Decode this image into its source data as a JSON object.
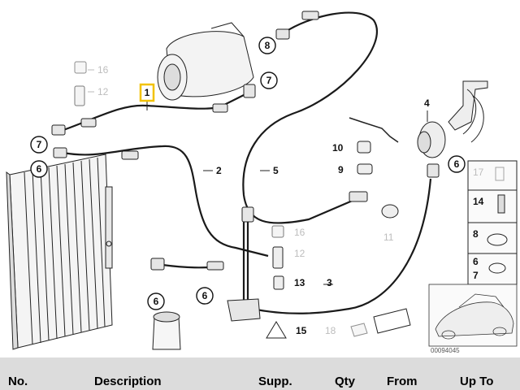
{
  "diagram": {
    "callouts": {
      "c1": "1",
      "c2": "2",
      "c3": "3",
      "c4": "4",
      "c5": "5",
      "c6a": "6",
      "c6b": "6",
      "c6c": "6",
      "c6d": "6",
      "c7a": "7",
      "c7b": "7",
      "c8": "8",
      "c9": "9",
      "c10": "10",
      "c11": "11",
      "c12a": "12",
      "c12b": "12",
      "c13": "13",
      "c14": "14",
      "c15": "15",
      "c16a": "16",
      "c16b": "16",
      "c17": "17",
      "c18": "18"
    },
    "side_panel": {
      "p17": "17",
      "p14": "14",
      "p8": "8",
      "p6": "6",
      "p7": "7"
    },
    "catalog_number": "00094045",
    "highlight_color": "#f2c200"
  },
  "table_header": {
    "no": "No.",
    "description": "Description",
    "supp": "Supp.",
    "qty": "Qty",
    "from": "From",
    "up_to": "Up To"
  }
}
